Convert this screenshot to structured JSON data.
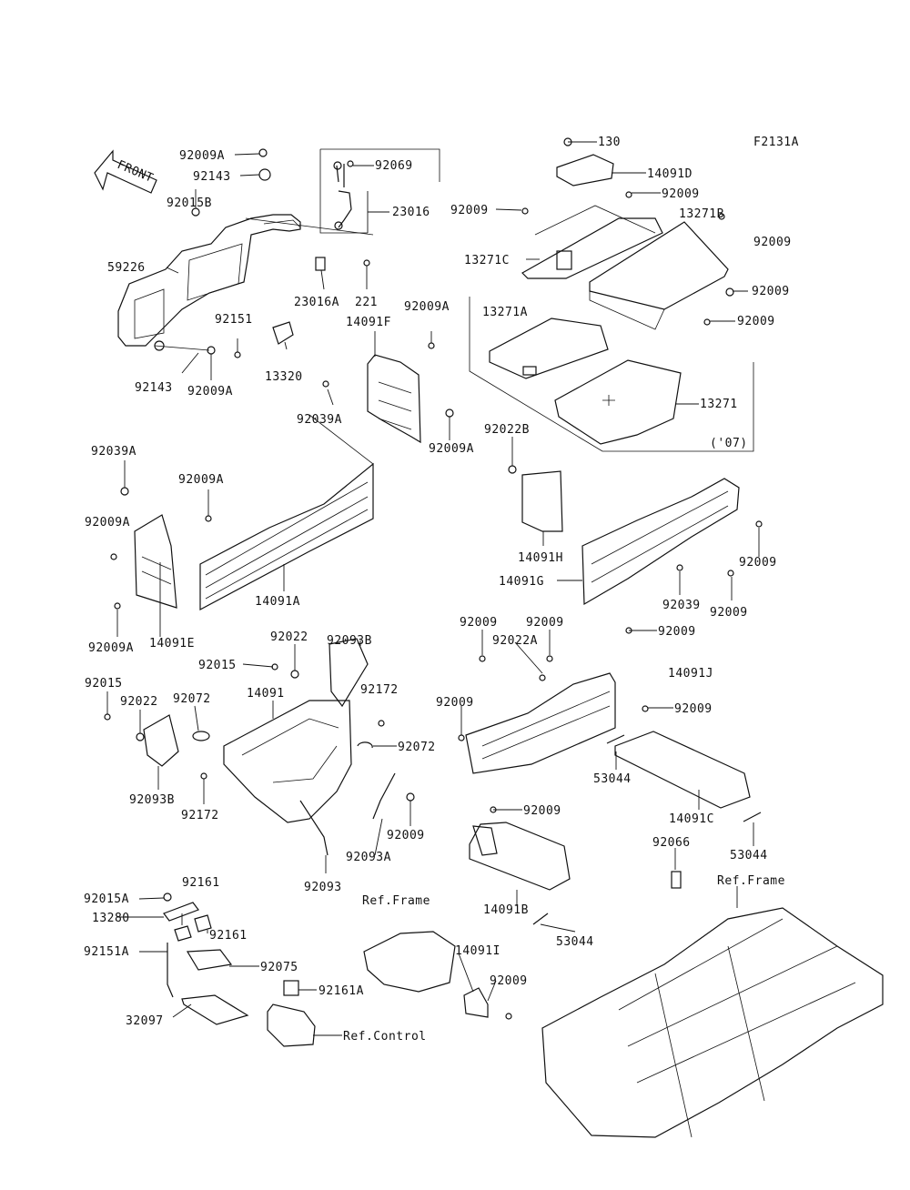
{
  "figure_code": "F2131A",
  "front_arrow": {
    "label": "FRONT",
    "icon": "front-arrow-icon"
  },
  "callouts": [
    "92009A",
    "92143",
    "92015B",
    "59226",
    "92143",
    "92009A",
    "92069",
    "23016",
    "23016A",
    "221",
    "92151",
    "13320",
    "14091F",
    "92009A",
    "92039A",
    "92009A",
    "130",
    "14091D",
    "92009",
    "92009",
    "13271B",
    "13271C",
    "92009",
    "92009",
    "92009",
    "13271A",
    "13271",
    "('07)",
    "92039A",
    "92009A",
    "92009A",
    "14091A",
    "92009A",
    "14091E",
    "92022B",
    "14091H",
    "14091G",
    "92009",
    "92039",
    "92009",
    "92009",
    "92022",
    "92093B",
    "92015",
    "92172",
    "92015",
    "92022",
    "92072",
    "14091",
    "92072",
    "92093B",
    "92172",
    "92009",
    "92093A",
    "92093",
    "92009",
    "92009",
    "92022A",
    "92009",
    "14091J",
    "92009",
    "53044",
    "14091C",
    "53044",
    "92009",
    "14091B",
    "53044",
    "92066",
    "Ref.Frame",
    "92015A",
    "92161",
    "13280",
    "92161",
    "92151A",
    "92075",
    "32097",
    "92161A",
    "Ref.Control",
    "Ref.Frame",
    "14091I",
    "92009"
  ]
}
